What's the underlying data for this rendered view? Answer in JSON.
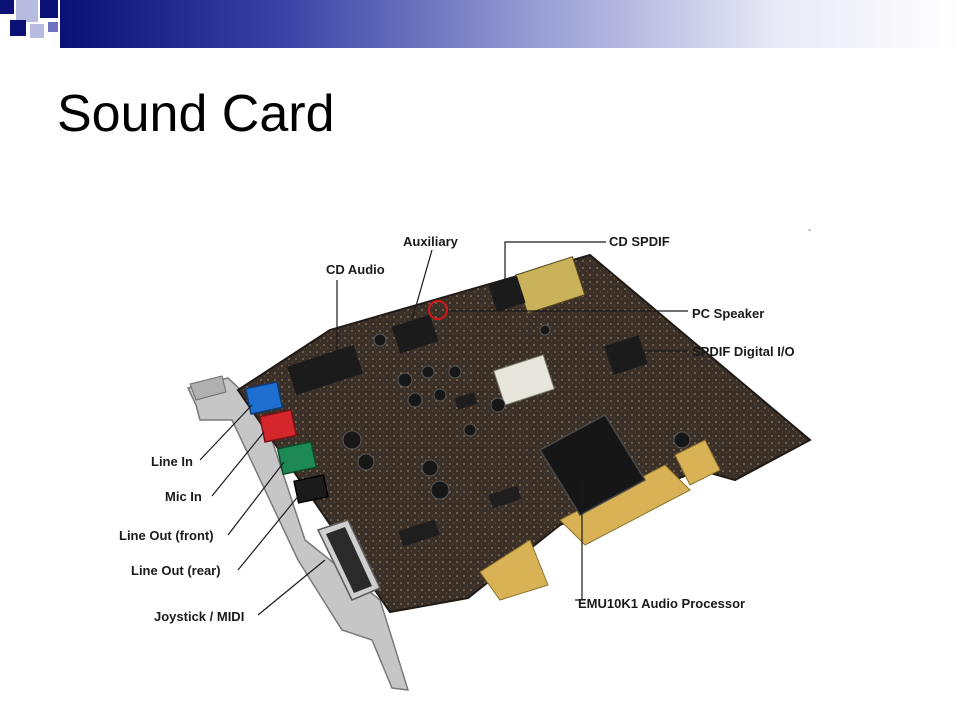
{
  "slide": {
    "title": "Sound Card"
  },
  "labels": {
    "cd_audio": "CD Audio",
    "auxiliary": "Auxiliary",
    "cd_spdif": "CD SPDIF",
    "pc_speaker": "PC Speaker",
    "spdif_digital_io": "SPDIF Digital I/O",
    "line_in": "Line In",
    "mic_in": "Mic  In",
    "line_out_front": "Line Out (front)",
    "line_out_rear": "Line Out (rear)",
    "joystick_midi": "Joystick / MIDI",
    "emu10k1": "EMU10K1 Audio Processor"
  },
  "colors": {
    "header_dark": "#0a1075",
    "board": "#3b3028",
    "jack_blue": "#1f6fd1",
    "jack_red": "#d4262b",
    "jack_green": "#1d8a55",
    "gold_contacts": "#d8b255",
    "pc_speaker_ring": "#d01a1a"
  }
}
